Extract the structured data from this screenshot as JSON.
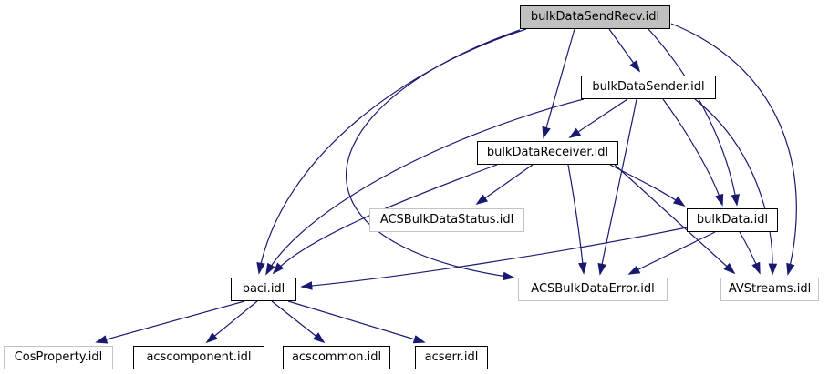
{
  "diagram": {
    "kind": "include-dependency-graph",
    "colors": {
      "edge": "#191970",
      "node_fill": "#ffffff",
      "selected_node_fill": "#c0c0c0",
      "node_border": "#000000",
      "plain_node_border": "#c3c3c3",
      "text": "#000000",
      "background": "#ffffff"
    },
    "nodes": [
      {
        "id": "bulkDataSendRecv",
        "label": "bulkDataSendRecv.idl",
        "kind": "selected"
      },
      {
        "id": "bulkDataSender",
        "label": "bulkDataSender.idl",
        "kind": "linked"
      },
      {
        "id": "bulkDataReceiver",
        "label": "bulkDataReceiver.idl",
        "kind": "linked"
      },
      {
        "id": "ACSBulkDataStatus",
        "label": "ACSBulkDataStatus.idl",
        "kind": "plain"
      },
      {
        "id": "bulkData",
        "label": "bulkData.idl",
        "kind": "linked"
      },
      {
        "id": "baci",
        "label": "baci.idl",
        "kind": "linked"
      },
      {
        "id": "ACSBulkDataError",
        "label": "ACSBulkDataError.idl",
        "kind": "plain"
      },
      {
        "id": "AVStreams",
        "label": "AVStreams.idl",
        "kind": "plain"
      },
      {
        "id": "CosProperty",
        "label": "CosProperty.idl",
        "kind": "plain"
      },
      {
        "id": "acscomponent",
        "label": "acscomponent.idl",
        "kind": "linked"
      },
      {
        "id": "acscommon",
        "label": "acscommon.idl",
        "kind": "linked"
      },
      {
        "id": "acserr",
        "label": "acserr.idl",
        "kind": "linked"
      }
    ],
    "edges": [
      {
        "from": "bulkDataSendRecv",
        "to": "bulkDataSender"
      },
      {
        "from": "bulkDataSendRecv",
        "to": "bulkDataReceiver"
      },
      {
        "from": "bulkDataSendRecv",
        "to": "baci"
      },
      {
        "from": "bulkDataSendRecv",
        "to": "ACSBulkDataError"
      },
      {
        "from": "bulkDataSendRecv",
        "to": "bulkData"
      },
      {
        "from": "bulkDataSendRecv",
        "to": "AVStreams"
      },
      {
        "from": "bulkDataSender",
        "to": "bulkDataReceiver"
      },
      {
        "from": "bulkDataSender",
        "to": "baci"
      },
      {
        "from": "bulkDataSender",
        "to": "ACSBulkDataError"
      },
      {
        "from": "bulkDataSender",
        "to": "bulkData"
      },
      {
        "from": "bulkDataSender",
        "to": "AVStreams"
      },
      {
        "from": "bulkDataReceiver",
        "to": "ACSBulkDataStatus"
      },
      {
        "from": "bulkDataReceiver",
        "to": "baci"
      },
      {
        "from": "bulkDataReceiver",
        "to": "ACSBulkDataError"
      },
      {
        "from": "bulkDataReceiver",
        "to": "bulkData"
      },
      {
        "from": "bulkDataReceiver",
        "to": "AVStreams"
      },
      {
        "from": "bulkData",
        "to": "baci"
      },
      {
        "from": "bulkData",
        "to": "ACSBulkDataError"
      },
      {
        "from": "bulkData",
        "to": "AVStreams"
      },
      {
        "from": "baci",
        "to": "CosProperty"
      },
      {
        "from": "baci",
        "to": "acscomponent"
      },
      {
        "from": "baci",
        "to": "acscommon"
      },
      {
        "from": "baci",
        "to": "acserr"
      }
    ]
  }
}
